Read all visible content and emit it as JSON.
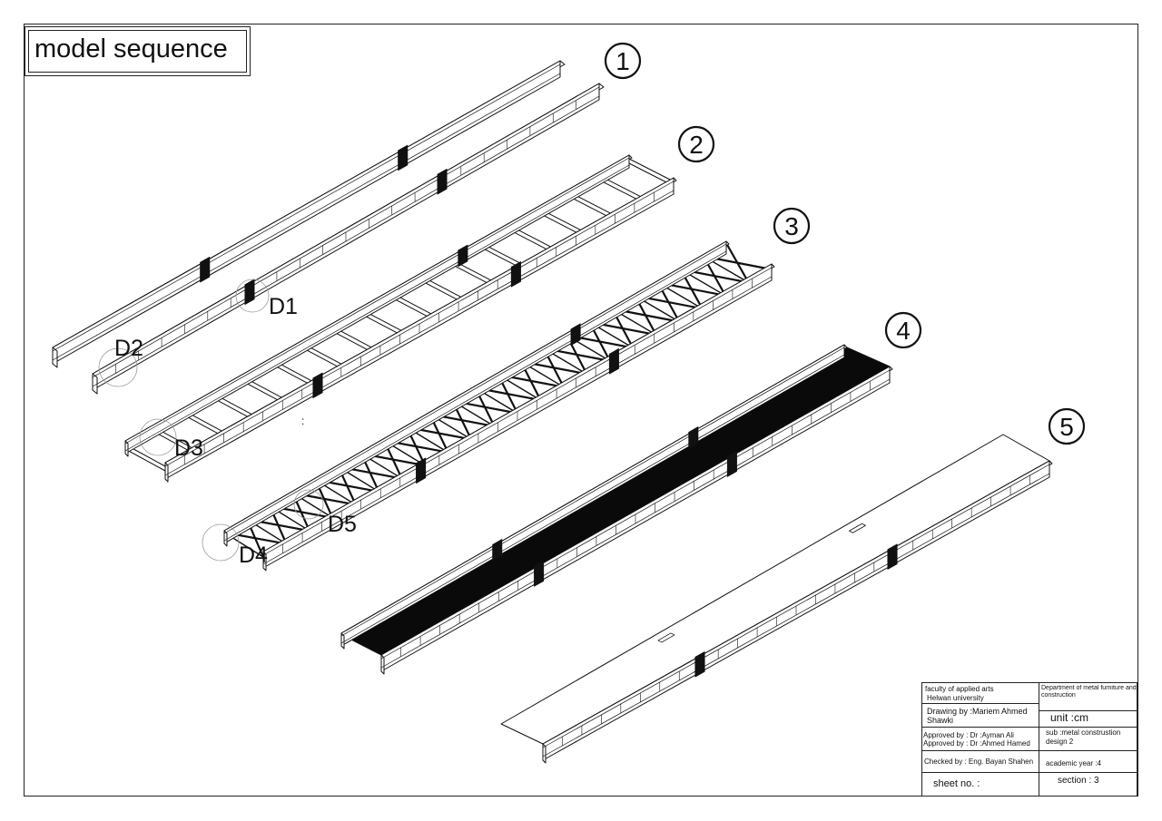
{
  "title": "model sequence",
  "steps": [
    "1",
    "2",
    "3",
    "4",
    "5"
  ],
  "details": [
    "D1",
    "D2",
    "D3",
    "D4",
    "D5"
  ],
  "stray_mark": ":",
  "title_block": {
    "faculty": "faculty of applied arts",
    "university": "Helwan university",
    "department": "Department of metal furniture and construction",
    "drawing_by_1": "Drawing by :Mariem Ahmed",
    "drawing_by_2": "Shawki",
    "unit": "unit :cm",
    "approved_1": "Approved by : Dr :Ayman Ali",
    "approved_2": "Approved by : Dr :Ahmed Hamed",
    "subject_1": "sub :metal construstion",
    "subject_2": "design 2",
    "checked": "Checked by : Eng. Bayan Shahen",
    "year": "academic year :4",
    "sheet": "sheet no. :",
    "section": "section : 3"
  }
}
